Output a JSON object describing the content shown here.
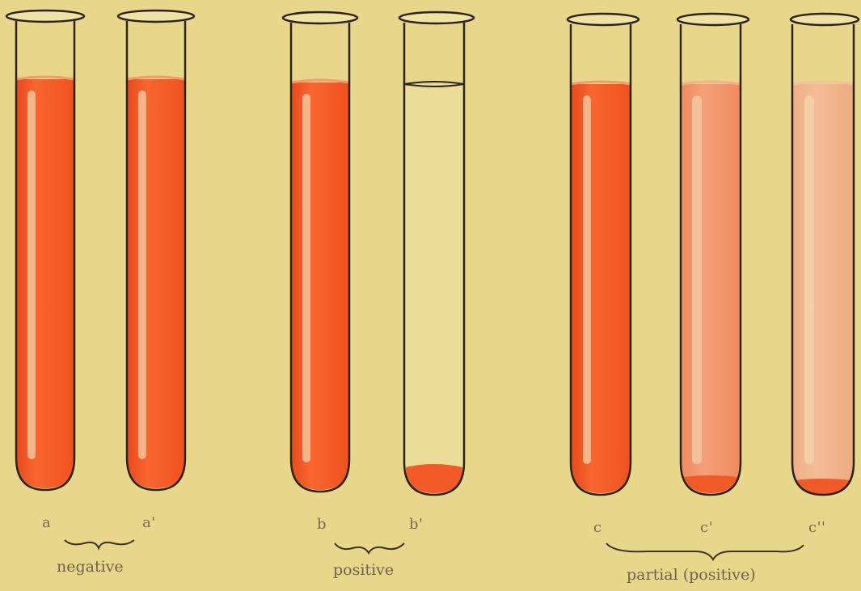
{
  "plate": {
    "background_color": "#e8d68a",
    "liquid_color": "#f55c2a",
    "tubes": [
      {
        "id": "a",
        "label": "a",
        "fill": "full",
        "intensity": 1.0
      },
      {
        "id": "a1",
        "label": "a'",
        "fill": "full",
        "intensity": 1.0
      },
      {
        "id": "b",
        "label": "b",
        "fill": "full",
        "intensity": 1.0
      },
      {
        "id": "b1",
        "label": "b'",
        "fill": "sediment",
        "intensity": 1.0
      },
      {
        "id": "c",
        "label": "c",
        "fill": "full",
        "intensity": 1.0
      },
      {
        "id": "c1",
        "label": "c'",
        "fill": "full",
        "intensity": 0.55
      },
      {
        "id": "c2",
        "label": "c''",
        "fill": "full",
        "intensity": 0.35
      }
    ],
    "groups": [
      {
        "id": "negative",
        "label": "negative"
      },
      {
        "id": "positive",
        "label": "positive"
      },
      {
        "id": "partial",
        "label": "partial (positive)"
      }
    ]
  }
}
